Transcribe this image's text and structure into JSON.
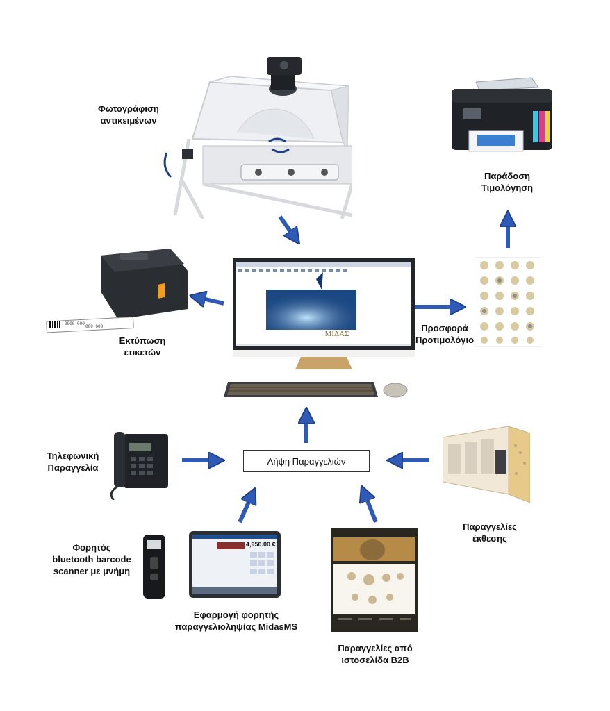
{
  "nodes": {
    "photo": "Φωτογράφιση\nαντικειμένων",
    "delivery": "Παράδοση\nΤιμολόγηση",
    "labels": "Εκτύπωση\nετικετών",
    "offer": "Προσφορά\nΠροτιμολόγιο",
    "phone": "Τηλεφωνική\nΠαραγγελία",
    "receive": "Λήψη Παραγγελιών",
    "showroom": "Παραγγελίες\nέκθεσης",
    "scanner": "Φορητός\nbluetooth barcode\nscanner με μνήμη",
    "app": "Εφαρμογή φορητής\nπαραγγελιοληψίας MidasMS",
    "b2b": "Παραγγελίες από\nιστοσελίδα B2B"
  },
  "screen": {
    "brand": "ΜΙΔΑΣ",
    "tablet_amount": "4,950.00 €"
  },
  "colors": {
    "arrow": "#2f5bb7",
    "arrow_stroke": "#1d3f86"
  },
  "icons": [
    "camera-light-tent-icon",
    "printer-icon",
    "label-printer-icon",
    "catalog-icon",
    "computer-icon",
    "keyboard-icon",
    "mouse-icon",
    "phone-icon",
    "showroom-icon",
    "scanner-icon",
    "tablet-icon",
    "website-icon"
  ]
}
